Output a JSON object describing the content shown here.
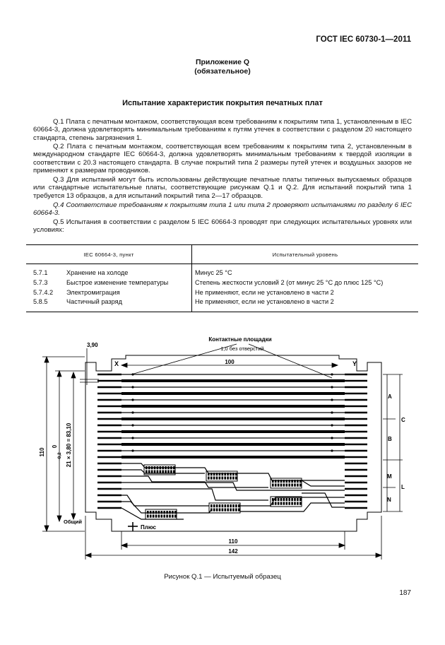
{
  "header": {
    "doc_code": "ГОСТ IEC 60730-1—2011"
  },
  "annex": {
    "title": "Приложение Q",
    "subtitle": "(обязательное)"
  },
  "section_title": "Испытание характеристик покрытия печатных плат",
  "paragraphs": {
    "q1": "Q.1 Плата с печатным монтажом, соответствующая всем требованиям к покрытиям типа 1, установленным в IEC 60664-3, должна удовлетворять минимальным требованиям к путям утечек в соответствии с разделом 20 настоящего стандарта, степень загрязнения 1.",
    "q2": "Q.2 Плата с печатным монтажом, соответствующая всем требованиям к покрытиям типа 2, установленным в международном стандарте IEC 60664-3, должна удовлетворять минимальным требованиям к твердой изоляции в соответствии с 20.3 настоящего стандарта. В случае покрытий типа 2 размеры путей утечек и воздушных зазоров не применяют к размерам проводников.",
    "q3": "Q.3 Для испытаний могут быть использованы действующие печатные платы типичных выпускаемых образцов или стандартные испытательные платы, соответствующие рисункам Q.1 и Q.2. Для испытаний покрытий типа 1 требуется 13 образцов, а для испытаний покрытий типа 2—17 образцов.",
    "q4": "Q.4 Соответствие   требованиям к покрытиям типа 1 или типа 2   проверяют   испытаниями по разделу 6   IEC 60664-3.",
    "q5": "Q.5 Испытания в соответствии с разделом 5 IEC 60664-3 проводят при  следующих испытательных уровнях или условиях:"
  },
  "table": {
    "col1_header": "IEC 60664-3, пункт",
    "col2_header": "Испытательный уровень",
    "rows": [
      {
        "clause": "5.7.1",
        "name": "Хранение на холоде",
        "level": "Минус 25 °С"
      },
      {
        "clause": "5.7.3",
        "name": "Быстрое изменение температуры",
        "level": "Степень жесткости условий 2 (от минус 25 °С до плюс 125 °С)"
      },
      {
        "clause": "5.7.4.2",
        "name": "Электромиграция",
        "level": "Не применяют, если не установлено в части 2"
      },
      {
        "clause": "5.8.5",
        "name": "Частичный разряд",
        "level": "Не применяют, если не установлено в части 2"
      }
    ]
  },
  "figure": {
    "label_contacts": "Контактные площадки",
    "label_holes": "1,0 без отверстий",
    "dim_100": "100",
    "dim_390": "3,90",
    "dim_110_left": "110",
    "dim_tol": "0",
    "dim_tol_sub": "-0,2",
    "dim_pitch": "21 × 3,80 = 83,10",
    "dim_110_bottom": "110",
    "dim_142": "142",
    "label_x": "X",
    "label_y": "Y",
    "label_common": "Общий",
    "label_plus": "Плюс",
    "label_a": "A",
    "label_b": "B",
    "label_c": "C",
    "label_m": "M",
    "label_n": "N",
    "label_l": "L"
  },
  "caption": "Рисунок Q.1 — Испытуемый образец",
  "page_number": "187"
}
